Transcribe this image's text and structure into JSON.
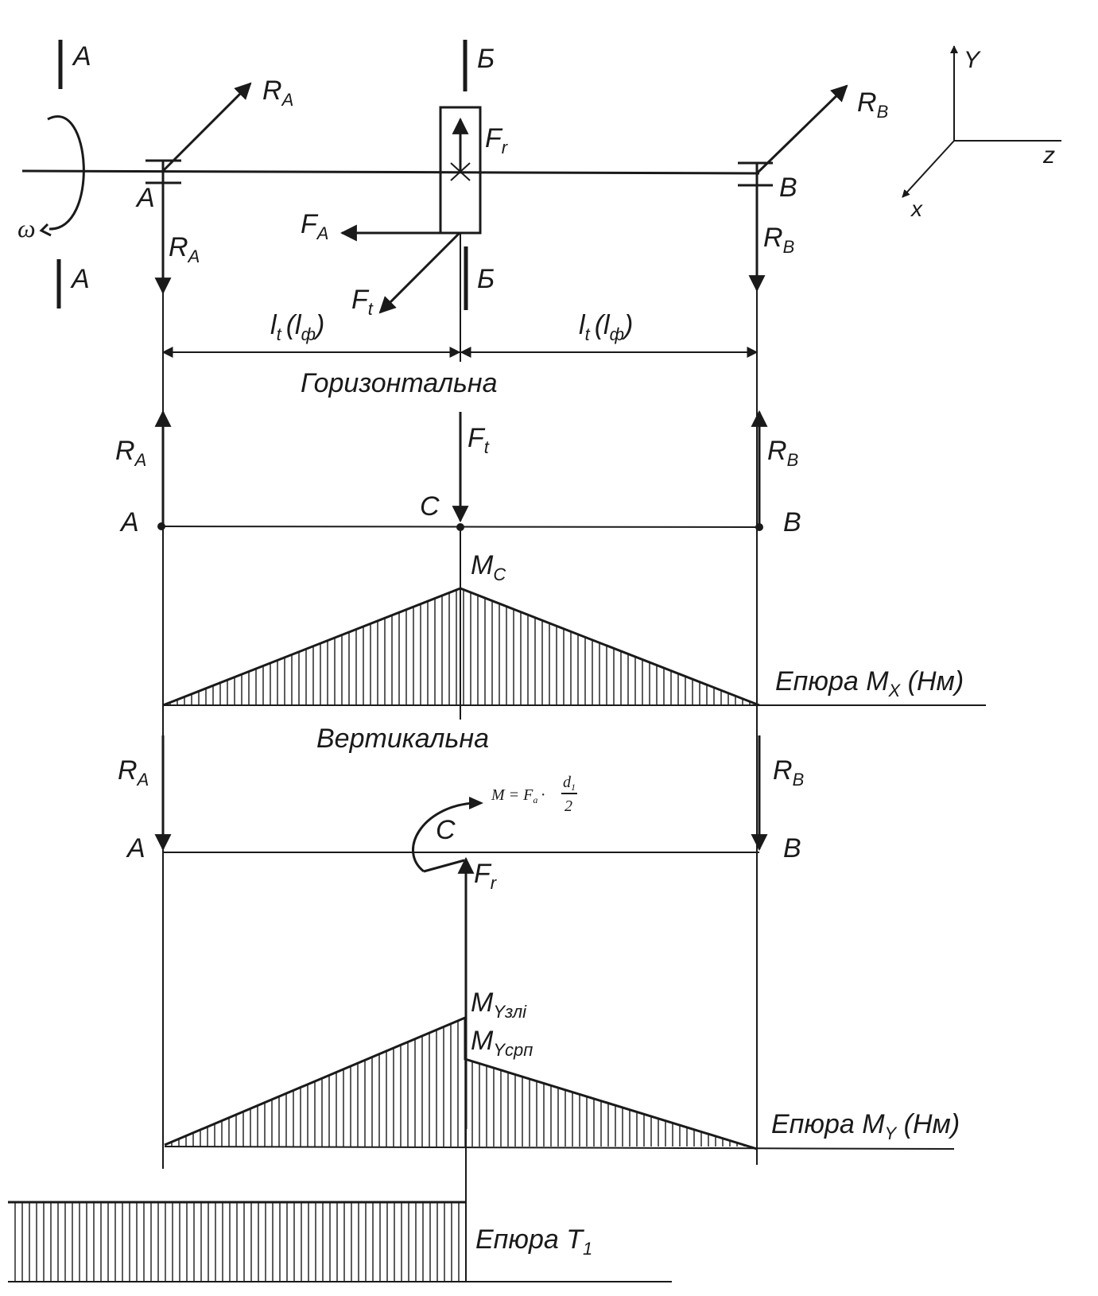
{
  "section": {
    "a": "A",
    "b": "Б"
  },
  "omega": "ω",
  "axes": {
    "y": "Y",
    "z": "z",
    "x": "x"
  },
  "points": {
    "a": "A",
    "b": "B",
    "c": "C"
  },
  "forces": {
    "ra": "R",
    "ra_sub": "A",
    "rb": "R",
    "rb_sub": "B",
    "fr": "F",
    "fr_sub": "r",
    "ft": "F",
    "ft_sub": "t",
    "fa": "F",
    "fa_sub": "A"
  },
  "dims": {
    "left": {
      "main": "l",
      "sub": "t",
      "paren": "(l",
      "paren_sub": "ф",
      "close": ")"
    },
    "right": {
      "main": "l",
      "sub": "t",
      "paren": "(l",
      "paren_sub": "ф",
      "close": ")"
    }
  },
  "planes": {
    "horizontal": "Горизонтальна",
    "vertical": "Вертикальна"
  },
  "moments": {
    "mc": "M",
    "mc_sub": "C",
    "my_left": "M",
    "my_left_sub": "Yзлі",
    "my_right": "M",
    "my_right_sub": "Yсрп",
    "formula": {
      "lhs": "M = F",
      "lhs_sub": "a",
      "dot": "·",
      "num": "d",
      "num_sub": "1",
      "den": "2"
    }
  },
  "diagrams": {
    "mx": {
      "prefix": "Епюра M",
      "sub": "X",
      "unit": " (Нм)"
    },
    "my": {
      "prefix": "Епюра M",
      "sub": "Y",
      "unit": " (Нм)"
    },
    "t1": {
      "prefix": "Епюра T",
      "sub": "1"
    }
  }
}
